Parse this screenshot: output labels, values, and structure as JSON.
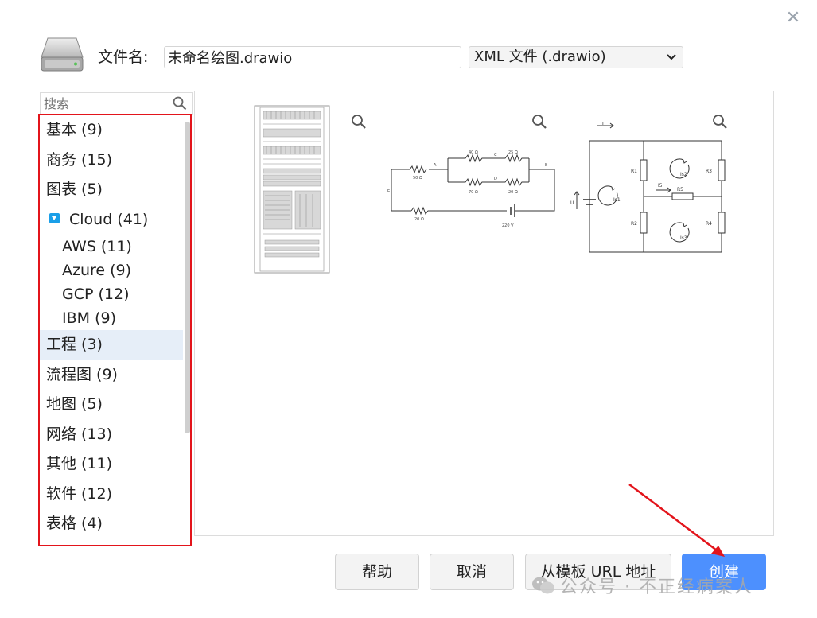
{
  "header": {
    "filename_label": "文件名:",
    "filename_value": "未命名绘图.drawio",
    "format_value": "XML 文件 (.drawio)"
  },
  "search": {
    "placeholder": "搜索"
  },
  "categories": [
    {
      "label": "基本 (9)"
    },
    {
      "label": "商务 (15)"
    },
    {
      "label": "图表 (5)"
    },
    {
      "label": "Cloud (41)",
      "children": [
        "AWS (11)",
        "Azure (9)",
        "GCP (12)",
        "IBM (9)"
      ]
    },
    {
      "label": "工程 (3)"
    },
    {
      "label": "流程图 (9)"
    },
    {
      "label": "地图 (5)"
    },
    {
      "label": "网络 (13)"
    },
    {
      "label": "其他 (11)"
    },
    {
      "label": "软件 (12)"
    },
    {
      "label": "表格 (4)"
    }
  ],
  "selected_category": "工程 (3)",
  "templates": {
    "circuit": {
      "r_top_left": "40 Ω",
      "r_top_right": "25 Ω",
      "r_mid_left": "70 Ω",
      "r_mid_right": "20 Ω",
      "r_left": "50 Ω",
      "r_bottom": "20 Ω",
      "node_a": "A",
      "node_b": "B",
      "node_c": "C",
      "node_d": "D",
      "node_e": "E",
      "voltage": "220 V"
    },
    "mesh": {
      "current_top": "I",
      "voltage": "U",
      "r1": "R1",
      "r2": "R2",
      "r3": "R3",
      "r4": "R4",
      "r5": "R5",
      "i5": "I5",
      "is1": "Is1",
      "is2": "Is2",
      "is3": "Is3"
    }
  },
  "buttons": {
    "help": "帮助",
    "cancel": "取消",
    "from_url": "从模板 URL 地址",
    "create": "创建"
  },
  "watermark": "公众号 · 不正经病案人",
  "colors": {
    "highlight": "#e3141b",
    "primary": "#4d90fe",
    "selected_bg": "#e6eef8",
    "toggle": "#1a9fe8"
  }
}
